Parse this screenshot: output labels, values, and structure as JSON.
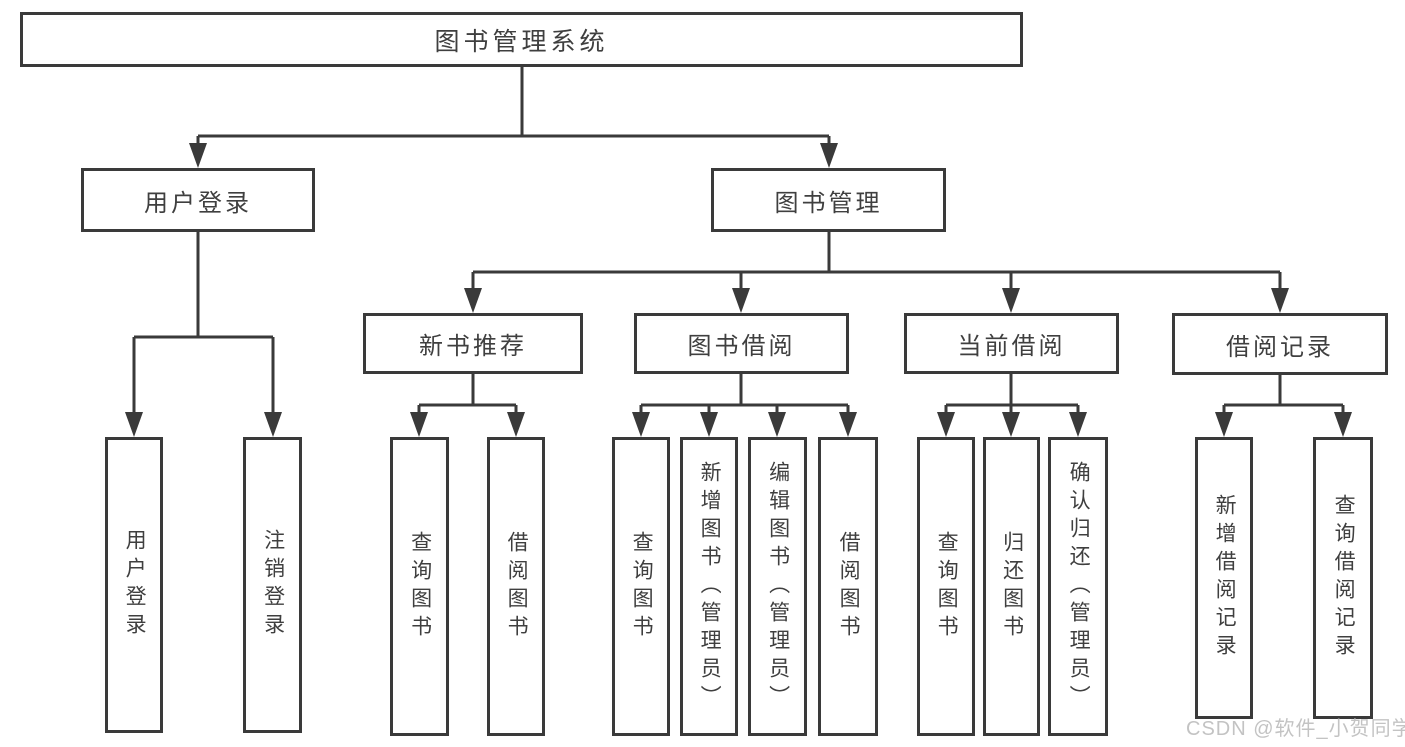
{
  "tree": {
    "root": {
      "label": "图书管理系统",
      "children": [
        {
          "label": "用户登录",
          "children": [
            {
              "label": "用户登录"
            },
            {
              "label": "注销登录"
            }
          ]
        },
        {
          "label": "图书管理",
          "children": [
            {
              "label": "新书推荐",
              "children": [
                {
                  "label": "查询图书"
                },
                {
                  "label": "借阅图书"
                }
              ]
            },
            {
              "label": "图书借阅",
              "children": [
                {
                  "label": "查询图书"
                },
                {
                  "label": "新增图书（管理员）"
                },
                {
                  "label": "编辑图书（管理员）"
                },
                {
                  "label": "借阅图书"
                }
              ]
            },
            {
              "label": "当前借阅",
              "children": [
                {
                  "label": "查询图书"
                },
                {
                  "label": "归还图书"
                },
                {
                  "label": "确认归还（管理员）"
                }
              ]
            },
            {
              "label": "借阅记录",
              "children": [
                {
                  "label": "新增借阅记录"
                },
                {
                  "label": "查询借阅记录"
                }
              ]
            }
          ]
        }
      ]
    }
  },
  "watermark": {
    "text": "CSDN @软件_小贺同学"
  },
  "colors": {
    "line": "#3a3a3a",
    "text": "#3f3f3f",
    "box_background": "#ffffff",
    "watermark": "#b9b9b9"
  }
}
